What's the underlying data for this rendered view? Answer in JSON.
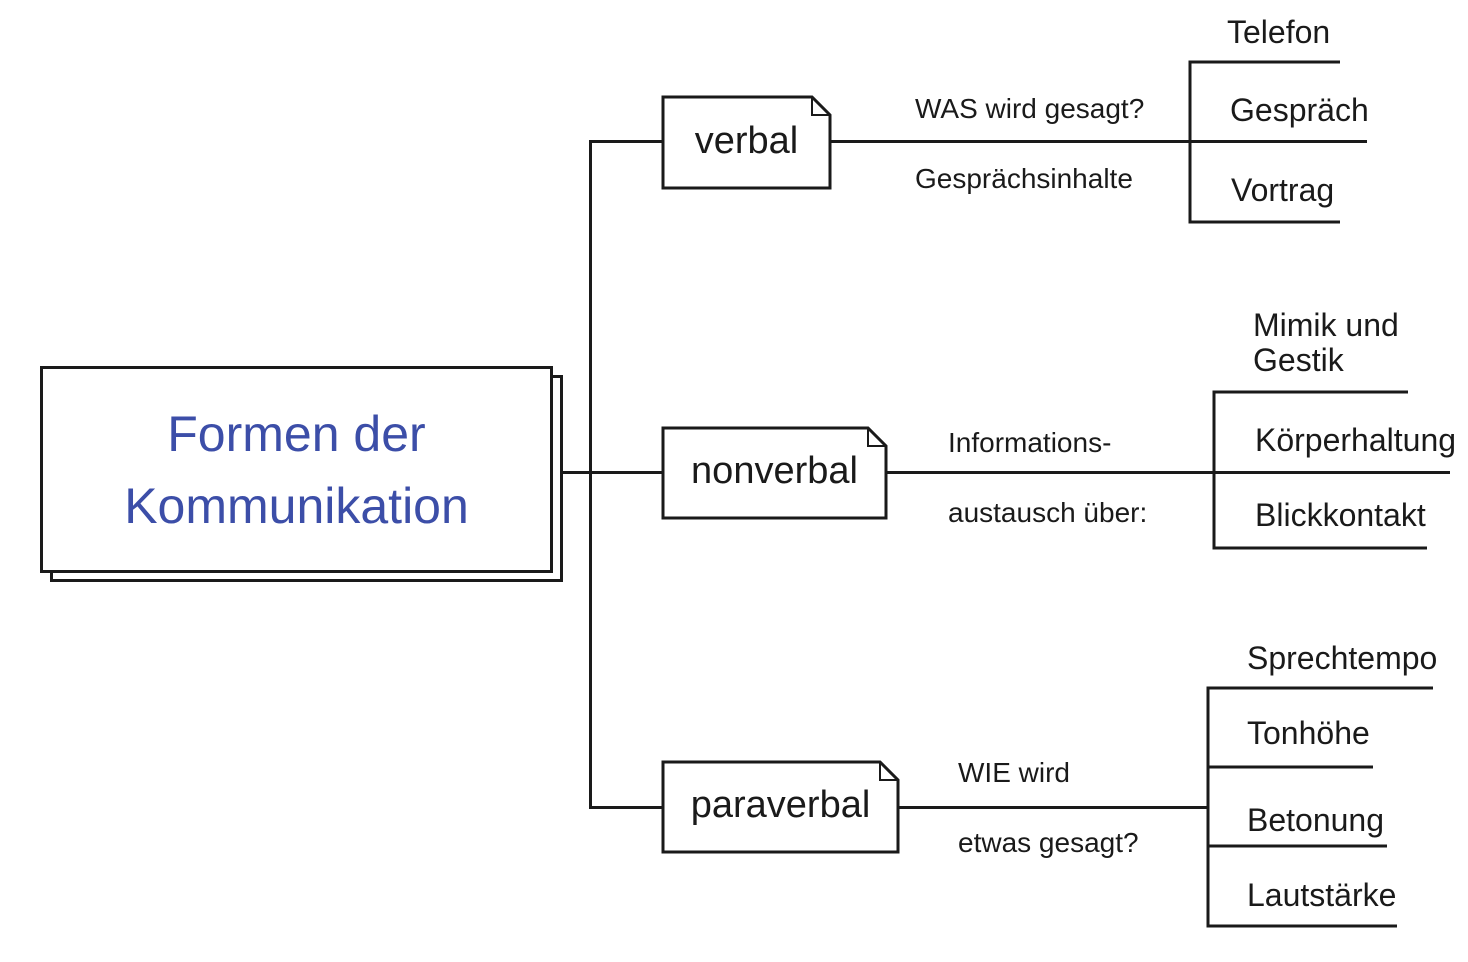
{
  "root": {
    "title_lines": [
      "Formen der",
      "Kommunikation"
    ]
  },
  "branches": [
    {
      "label": "verbal",
      "description_lines": [
        "WAS wird gesagt?",
        "Gesprächsinhalte"
      ],
      "leaves": [
        "Telefon",
        "Gespräch",
        "Vortrag"
      ]
    },
    {
      "label": "nonverbal",
      "description_lines": [
        "Informations-",
        "austausch über:"
      ],
      "leaves": [
        "Mimik und\nGestik",
        "Körperhaltung",
        "Blickkontakt"
      ]
    },
    {
      "label": "paraverbal",
      "description_lines": [
        "WIE wird",
        "etwas gesagt?"
      ],
      "leaves": [
        "Sprechtempo",
        "Tonhöhe",
        "Betonung",
        "Lautstärke"
      ]
    }
  ],
  "colors": {
    "title_blue": "#3c4ea8",
    "text": "#1a1a1a",
    "line": "#1a1a1a",
    "background": "#ffffff"
  }
}
